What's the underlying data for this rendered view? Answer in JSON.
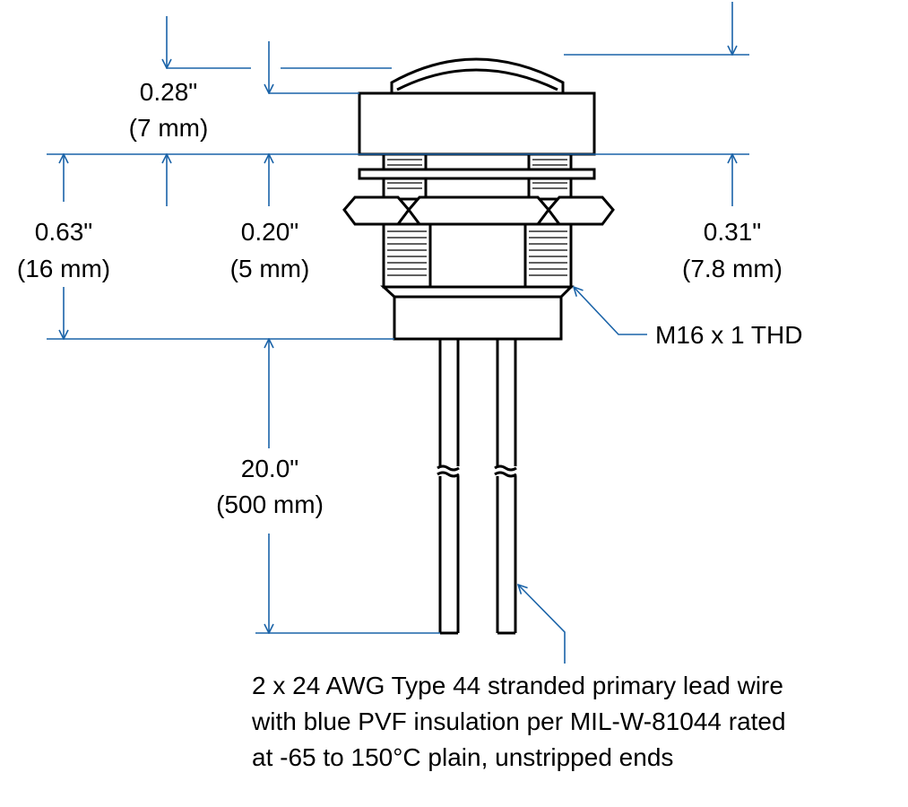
{
  "dimensions": {
    "lens_height": {
      "inch": "0.28\"",
      "mm": "(7 mm)"
    },
    "body_length": {
      "inch": "0.63\"",
      "mm": "(16 mm)"
    },
    "flange_gap": {
      "inch": "0.20\"",
      "mm": "(5 mm)"
    },
    "total_top": {
      "inch": "0.31\"",
      "mm": "(7.8 mm)"
    },
    "lead_length": {
      "inch": "20.0\"",
      "mm": "(500 mm)"
    }
  },
  "callouts": {
    "thread": "M16 x 1 THD",
    "wire_lines": [
      "2 x 24 AWG Type 44 stranded primary lead wire",
      "with blue PVF insulation per MIL-W-81044 rated",
      "at -65 to 150°C plain, unstripped ends"
    ]
  },
  "colors": {
    "dimension_lines": "#1a63a8",
    "part_outline": "#000000"
  }
}
